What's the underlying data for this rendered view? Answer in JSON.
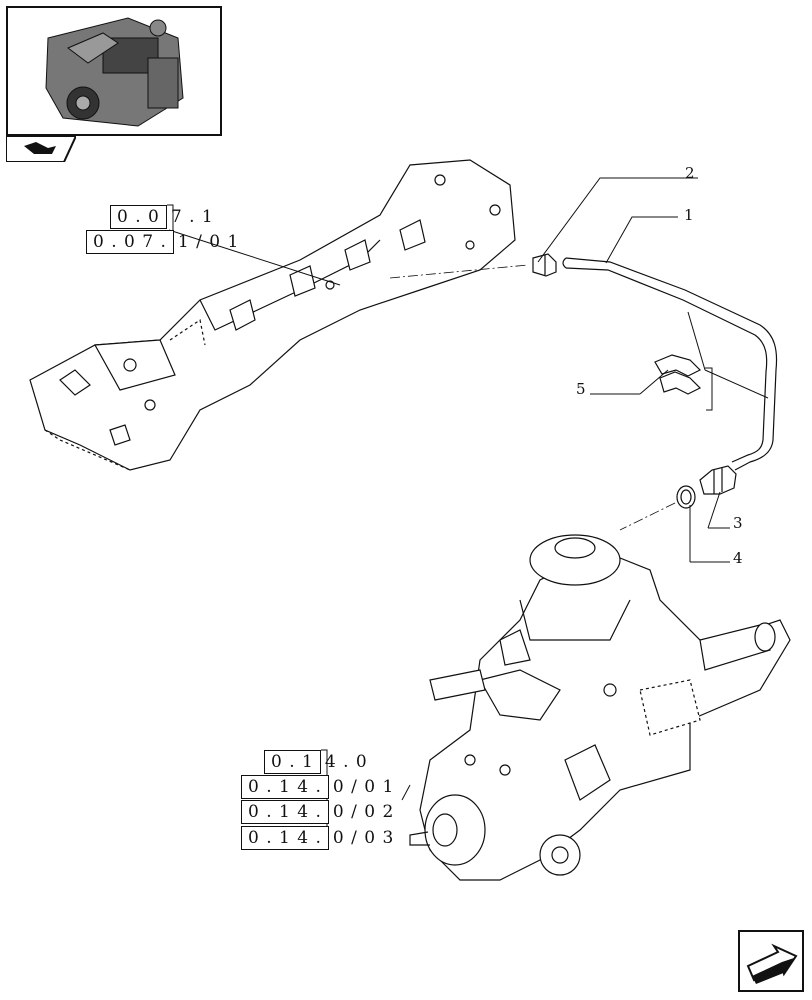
{
  "references": {
    "top": [
      {
        "boxed": "0 . 0",
        "rest": "7 . 1"
      },
      {
        "boxed": "0 . 0 7 .",
        "rest": "1 / 0 1"
      }
    ],
    "bottom": [
      {
        "boxed": "0 . 1",
        "rest": "4 . 0"
      },
      {
        "boxed": "0 . 1 4 .",
        "rest": "0 / 0 1"
      },
      {
        "boxed": "0 . 1 4 .",
        "rest": "0 / 0 2"
      },
      {
        "boxed": "0 . 1 4 .",
        "rest": "0 / 0 3"
      }
    ]
  },
  "callouts": {
    "c1": "1",
    "c2": "2",
    "c3": "3",
    "c4": "4",
    "c5": "5"
  },
  "icons": {
    "engine_thumbnail": "engine-thumbnail-icon",
    "section_tab": "tractor-tab-icon",
    "nav": "next-page-arrow-icon"
  }
}
